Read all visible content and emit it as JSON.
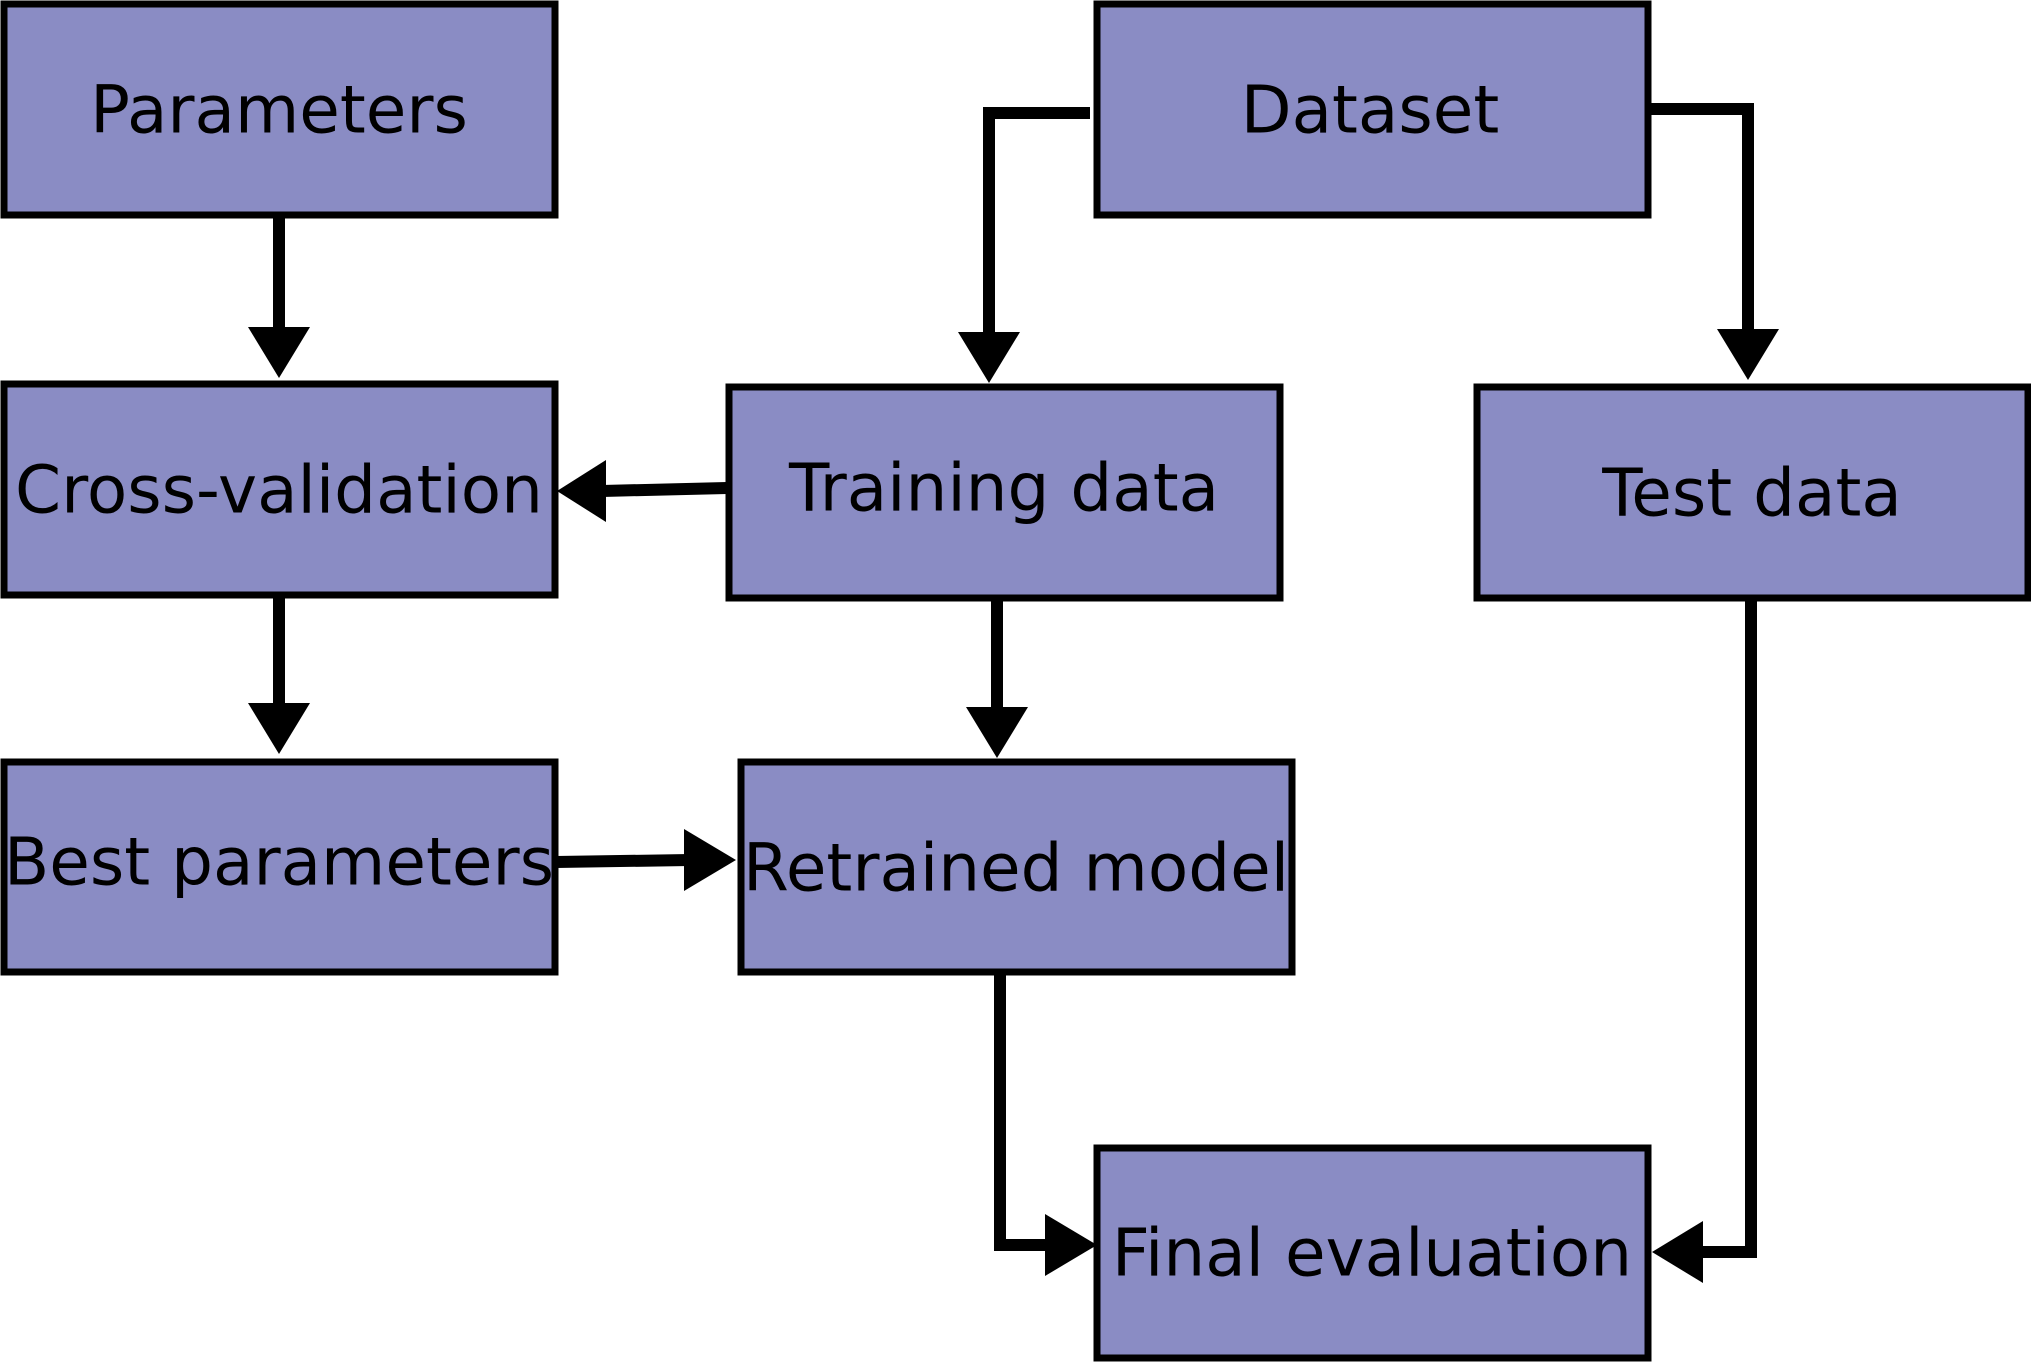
{
  "diagram": {
    "nodes": {
      "parameters": "Parameters",
      "dataset": "Dataset",
      "cross_validation": "Cross-validation",
      "training_data": "Training data",
      "test_data": "Test data",
      "best_parameters": "Best parameters",
      "retrained_model": "Retrained model",
      "final_evaluation": "Final evaluation"
    },
    "edges": [
      {
        "from": "parameters",
        "to": "cross_validation"
      },
      {
        "from": "dataset",
        "to": "training_data"
      },
      {
        "from": "dataset",
        "to": "test_data"
      },
      {
        "from": "training_data",
        "to": "cross_validation"
      },
      {
        "from": "cross_validation",
        "to": "best_parameters"
      },
      {
        "from": "training_data",
        "to": "retrained_model"
      },
      {
        "from": "best_parameters",
        "to": "retrained_model"
      },
      {
        "from": "retrained_model",
        "to": "final_evaluation"
      },
      {
        "from": "test_data",
        "to": "final_evaluation"
      }
    ],
    "colors": {
      "box_fill": "#8a8cc4",
      "stroke": "#000000"
    }
  }
}
